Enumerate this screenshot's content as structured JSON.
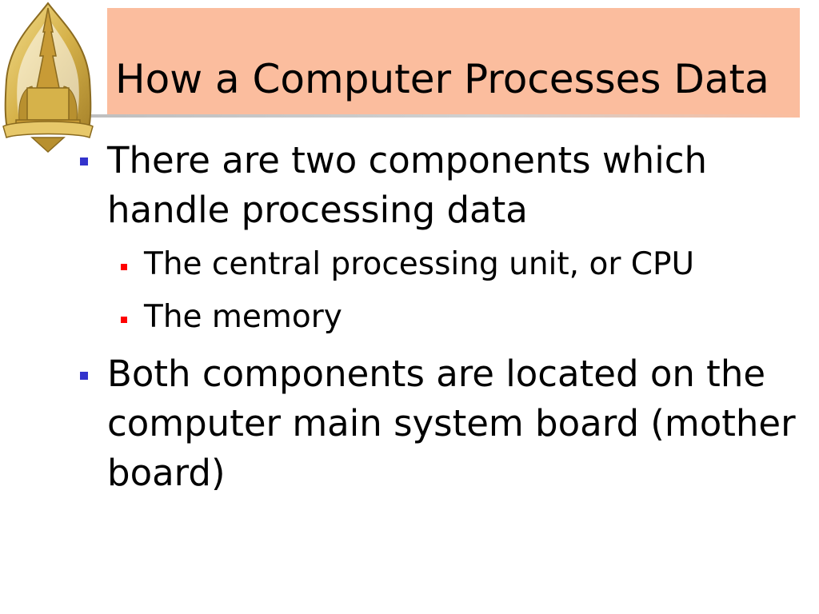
{
  "slide": {
    "title": "How a Computer Processes Data",
    "logo": {
      "icon": "university-crest-icon",
      "colors": {
        "gold": "#d6b24a",
        "dark_gold": "#a7832b",
        "light_gold": "#f2dc8c"
      }
    },
    "colors": {
      "title_bar": "#fbbd9e",
      "bullet_level1": "#3333cc",
      "bullet_level2": "#ff0000"
    },
    "bullets": [
      {
        "lines": [
          "There are two components which",
          "handle processing data"
        ]
      },
      {
        "lines": [
          "The central processing unit, or CPU"
        ]
      },
      {
        "lines": [
          "The memory"
        ]
      },
      {
        "lines": [
          "Both components are located on the",
          "computer main system board (mother",
          "board)"
        ]
      }
    ]
  }
}
